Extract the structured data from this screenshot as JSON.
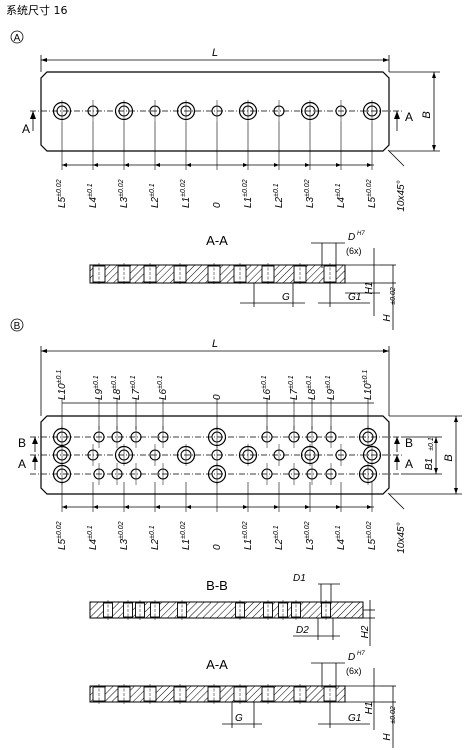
{
  "header": {
    "title": "系统尺寸 16"
  },
  "variant_a": {
    "marker": "A",
    "length_label": "L",
    "height_label": "B",
    "chamfer": "10x45°",
    "section_arrow": "A",
    "dims": [
      {
        "name": "L5",
        "tol": "±0.02"
      },
      {
        "name": "L4",
        "tol": "±0.1"
      },
      {
        "name": "L3",
        "tol": "±0.02"
      },
      {
        "name": "L2",
        "tol": "±0.1"
      },
      {
        "name": "L1",
        "tol": "±0.02"
      },
      {
        "name": "0",
        "tol": ""
      },
      {
        "name": "L1",
        "tol": "±0.02"
      },
      {
        "name": "L2",
        "tol": "±0.1"
      },
      {
        "name": "L3",
        "tol": "±0.02"
      },
      {
        "name": "L4",
        "tol": "±0.1"
      },
      {
        "name": "L5",
        "tol": "±0.02"
      }
    ]
  },
  "section_aa_1": {
    "title": "A-A",
    "d_label": "D",
    "d_sup": "H7",
    "count": "(6x)",
    "h1": "H1",
    "h": "H",
    "h_tol": "±0.02",
    "g": "G",
    "g1": "G1"
  },
  "variant_b": {
    "marker": "B",
    "length_label": "L",
    "height_label": "B",
    "b1_label": "B1",
    "b1_tol": "±0.1",
    "chamfer": "10x45°",
    "arrow_b": "B",
    "arrow_a": "A",
    "top_dims": [
      {
        "name": "L10",
        "tol": "±0.1"
      },
      {
        "name": "L9",
        "tol": "±0.1"
      },
      {
        "name": "L8",
        "tol": "±0.1"
      },
      {
        "name": "L7",
        "tol": "±0.1"
      },
      {
        "name": "L6",
        "tol": "±0.1"
      },
      {
        "name": "0",
        "tol": ""
      },
      {
        "name": "L6",
        "tol": "±0.1"
      },
      {
        "name": "L7",
        "tol": "±0.1"
      },
      {
        "name": "L8",
        "tol": "±0.1"
      },
      {
        "name": "L9",
        "tol": "±0.1"
      },
      {
        "name": "L10",
        "tol": "±0.1"
      }
    ],
    "bottom_dims": [
      {
        "name": "L5",
        "tol": "±0.02"
      },
      {
        "name": "L4",
        "tol": "±0.1"
      },
      {
        "name": "L3",
        "tol": "±0.02"
      },
      {
        "name": "L2",
        "tol": "±0.1"
      },
      {
        "name": "L1",
        "tol": "±0.02"
      },
      {
        "name": "0",
        "tol": ""
      },
      {
        "name": "L1",
        "tol": "±0.02"
      },
      {
        "name": "L2",
        "tol": "±0.1"
      },
      {
        "name": "L3",
        "tol": "±0.02"
      },
      {
        "name": "L4",
        "tol": "±0.1"
      },
      {
        "name": "L5",
        "tol": "±0.02"
      }
    ]
  },
  "section_bb": {
    "title": "B-B",
    "d1": "D1",
    "d2": "D2",
    "h2": "H2"
  },
  "section_aa_2": {
    "title": "A-A",
    "d_label": "D",
    "d_sup": "H7",
    "count": "(6x)",
    "h1": "H1",
    "h": "H",
    "h_tol": "±0.02",
    "g": "G",
    "g1": "G1"
  }
}
